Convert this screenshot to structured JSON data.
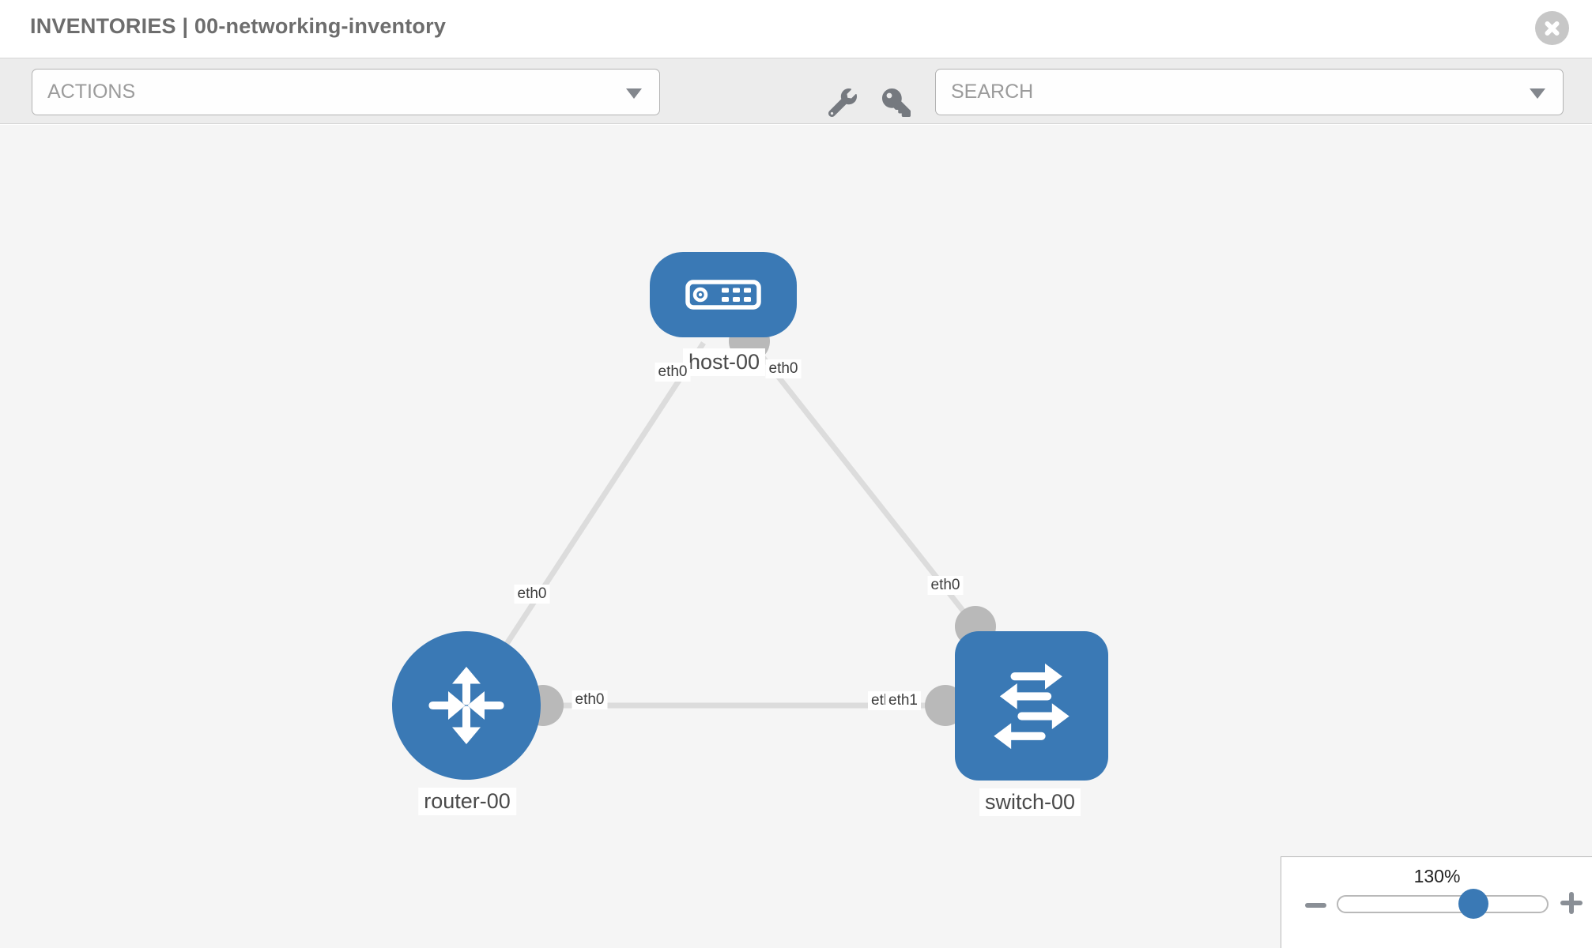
{
  "header": {
    "title": "INVENTORIES | 00-networking-inventory",
    "close_icon": "x-circle"
  },
  "toolbar": {
    "actions_label": "ACTIONS",
    "search_placeholder": "SEARCH",
    "icons": {
      "wrench": "wrench",
      "key": "key",
      "caret": "triangle-down"
    }
  },
  "colors": {
    "node_blue": "#3a79b5",
    "link_gray": "#dcdcdc",
    "connection_point_gray": "#b9b9b9",
    "canvas_bg": "#f5f5f5",
    "toolbar_bg": "#ececec"
  },
  "topology": {
    "nodes": [
      {
        "id": "host-00",
        "label": "host-00",
        "type": "host",
        "icon": "server-icon",
        "shape": "rounded-rect"
      },
      {
        "id": "router-00",
        "label": "router-00",
        "type": "router",
        "icon": "router-arrows-icon",
        "shape": "circle"
      },
      {
        "id": "switch-00",
        "label": "switch-00",
        "type": "switch",
        "icon": "switch-arrows-icon",
        "shape": "rounded-square"
      }
    ],
    "links": [
      {
        "from": "host-00",
        "to": "router-00",
        "from_interface": "eth0",
        "to_interface": "eth0"
      },
      {
        "from": "host-00",
        "to": "switch-00",
        "from_interface": "eth0",
        "to_interface": "eth0"
      },
      {
        "from": "router-00",
        "to": "switch-00",
        "from_interface": "eth0",
        "to_interface": "eth1"
      }
    ]
  },
  "zoom_control": {
    "level": "130%",
    "minus_icon": "minus",
    "plus_icon": "plus"
  }
}
